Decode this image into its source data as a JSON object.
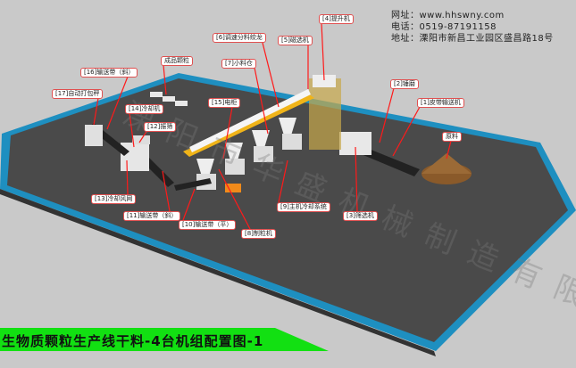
{
  "contact": {
    "website": "网址：www.hhswny.com",
    "phone": "电话：0519-87191158",
    "address": "地址：溧阳市新昌工业园区盛昌路18号"
  },
  "title": "生物质颗粒生产线干料-4台机组配置图-1",
  "watermark": "溧阳市华盛机械制造有限公司",
  "labels": {
    "l1": "[1]皮带输送机",
    "l2": "[2]锤磨",
    "l3": "[3]筛选机",
    "l4": "[4]提升机",
    "l5": "[5]磁选机",
    "l6": "[6]调速分料绞龙",
    "l7": "[7]小料仓",
    "l8": "[8]制粒机",
    "l9": "[9]主机冷却系统",
    "l10": "[10]输送带（平）",
    "l11": "[11]输送带（斜）",
    "l12": "[12]振筛",
    "l13": "[13]冷却风网",
    "l14": "[14]冷却机",
    "l15": "[15]电柜",
    "l16": "[16]输送带（斜）",
    "l17": "[17]自动打包秤",
    "product": "成品颗粒",
    "raw": "原料"
  },
  "colors": {
    "background": "#c9c9c9",
    "floor": "#4a4a4a",
    "floor_border": "#1e8fc0",
    "leader_line": "#ff1a1a",
    "banner": "#12e012",
    "gantry": "#f0b419"
  }
}
